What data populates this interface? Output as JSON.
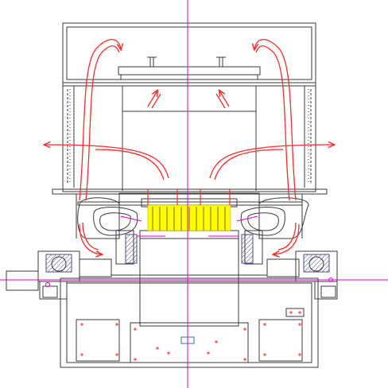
{
  "diagram": {
    "kind": "cross-section engineering drawing",
    "colors": {
      "background": "#ffffff",
      "outline": "#3a3a3a",
      "centerline": "#e000c8",
      "airflow_arrow": "#ff2a2a",
      "coil": "#ffff00",
      "coil_stroke": "#c8b400",
      "hatch": "#4a4a8a"
    },
    "icons": {
      "airflow": "arrow-icon",
      "centerline": "axis-line",
      "fastener": "bolt-icon"
    },
    "counts": {
      "yellow_coils": 11,
      "airflow_arrows": 12
    }
  }
}
